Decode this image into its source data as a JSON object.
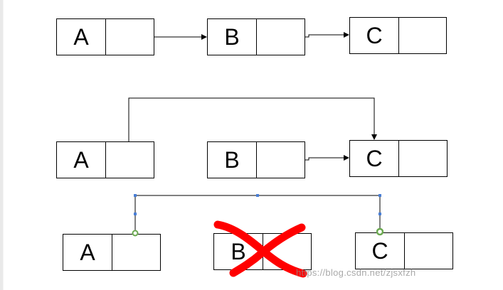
{
  "rows": [
    {
      "nodes": [
        "A",
        "B",
        "C"
      ]
    },
    {
      "nodes": [
        "A",
        "B",
        "C"
      ]
    },
    {
      "nodes": [
        "A",
        "B",
        "C"
      ]
    }
  ],
  "watermark": "https://blog.csdn.net/zjsxfzh",
  "colors": {
    "cross": "#ff0000",
    "handle": "#4a7fd6",
    "anchor": "#6aa84f"
  }
}
